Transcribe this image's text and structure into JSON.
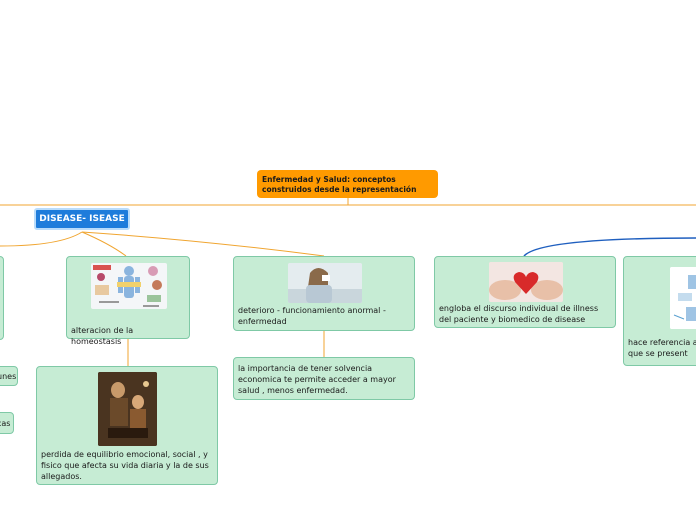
{
  "root": {
    "title": "Enfermedad y Salud: conceptos construidos desde la representación"
  },
  "topic": {
    "label": "DISEASE- ISEASE"
  },
  "nodes": {
    "homeostasis": "alteracion de la homeostasis",
    "equilibrio": "perdida de equilibrio emocional, social , y fisico que afecta su vida diaria y la de sus allegados.",
    "deterioro": "deterioro - funcionamiento anormal - enfermedad",
    "solvencia": "la importancia de tener solvencia economica te permite acceder a mayor salud , menos enfermedad.",
    "illness": "engloba el discurso individual de illness del paciente y biomedico de disease",
    "referencia": "hace referencia a en que se present",
    "left_unes": "unes",
    "left_cas": "cas"
  },
  "colors": {
    "root": "#ff9a00",
    "topic": "#1e7cdb",
    "node_fill": "#c6ecd4",
    "branch_orange": "#f0a530",
    "branch_blue": "#1f5fbf"
  }
}
